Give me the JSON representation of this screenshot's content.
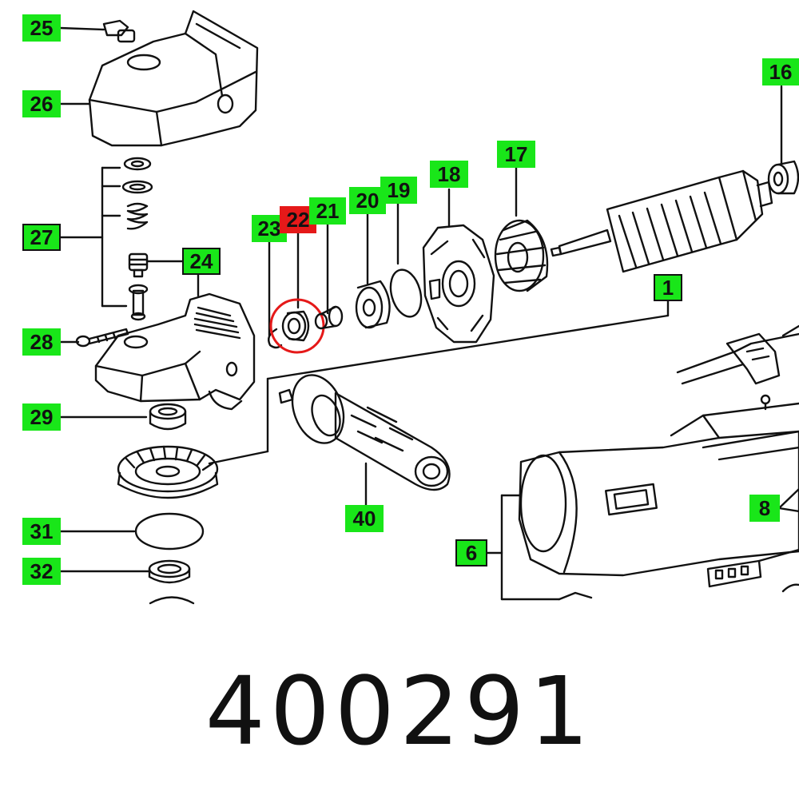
{
  "callouts": {
    "p25": "25",
    "p26": "26",
    "p27": "27",
    "p24": "24",
    "p28": "28",
    "p29": "29",
    "p31": "31",
    "p32": "32",
    "p23": "23",
    "p22": "22",
    "p21": "21",
    "p20": "20",
    "p19": "19",
    "p18": "18",
    "p17": "17",
    "p16": "16",
    "p1": "1",
    "p40": "40",
    "p6": "6",
    "p8": "8"
  },
  "highlighted_part": "22",
  "part_number": "400291",
  "colors": {
    "callout_bg": "#19e619",
    "highlight_bg": "#e51919",
    "highlight_ring": "#e51919",
    "ink": "#111111"
  }
}
